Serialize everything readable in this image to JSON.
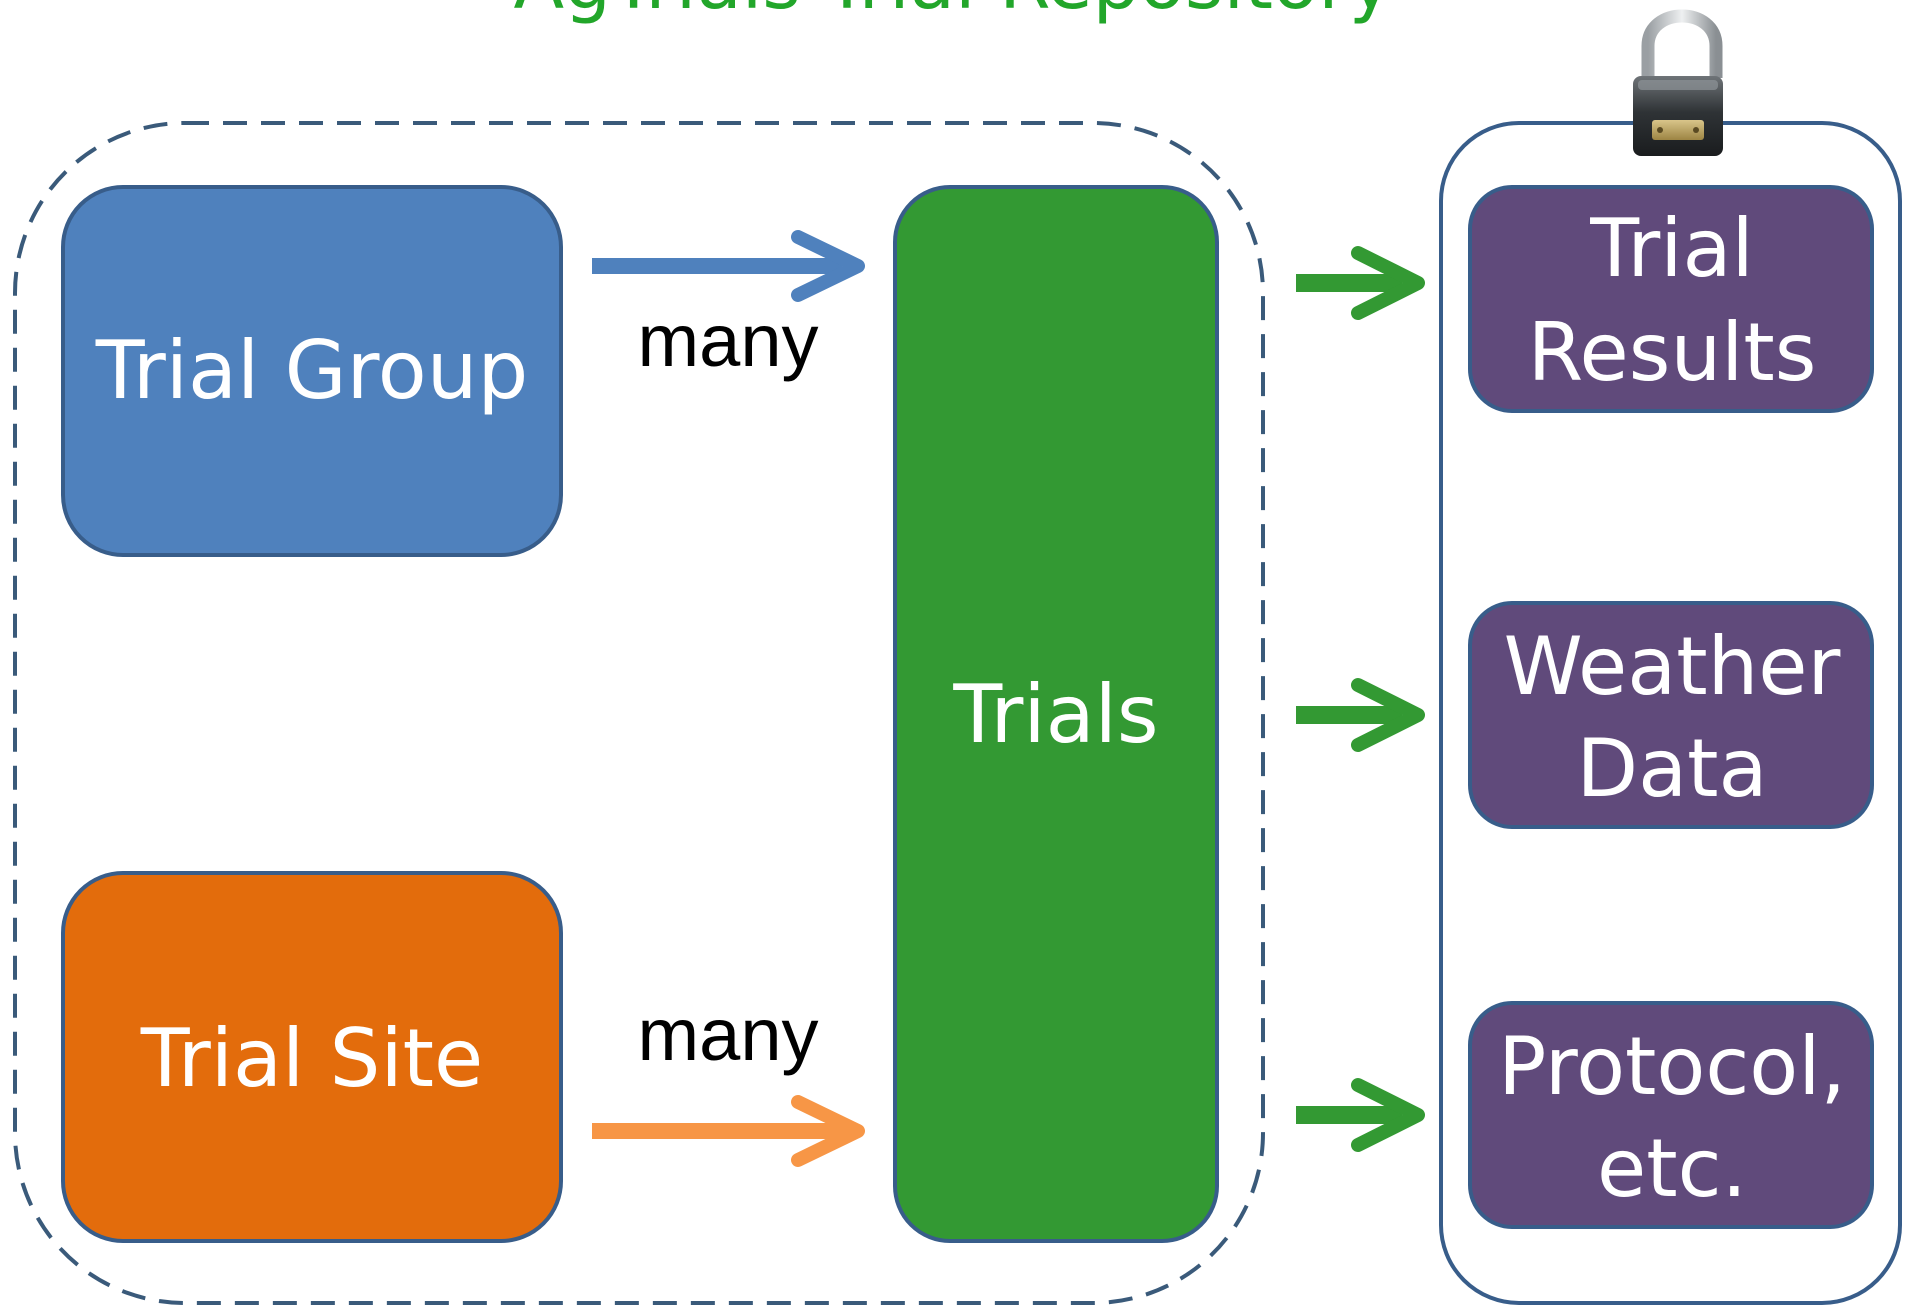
{
  "title": "AgTrials Trial Repository",
  "colors": {
    "title": "#22a62a",
    "trial_group": "#4f81bd",
    "trial_site": "#e36c0c",
    "trials": "#339933",
    "output_box": "#604a7b",
    "box_border": "#385d8a",
    "arrow_blue": "#4f81bd",
    "arrow_orange": "#f79646",
    "arrow_green": "#339933",
    "dashed_border": "#3a5a7a"
  },
  "boxes": {
    "trial_group": "Trial Group",
    "trial_site": "Trial Site",
    "trials": "Trials"
  },
  "relationships": {
    "group_to_trials": "many",
    "site_to_trials": "many"
  },
  "outputs": {
    "trial_results": [
      "Trial",
      "Results"
    ],
    "weather_data": [
      "Weather",
      "Data"
    ],
    "protocol": [
      "Protocol,",
      "etc."
    ]
  },
  "icons": {
    "lock": "padlock-icon"
  }
}
